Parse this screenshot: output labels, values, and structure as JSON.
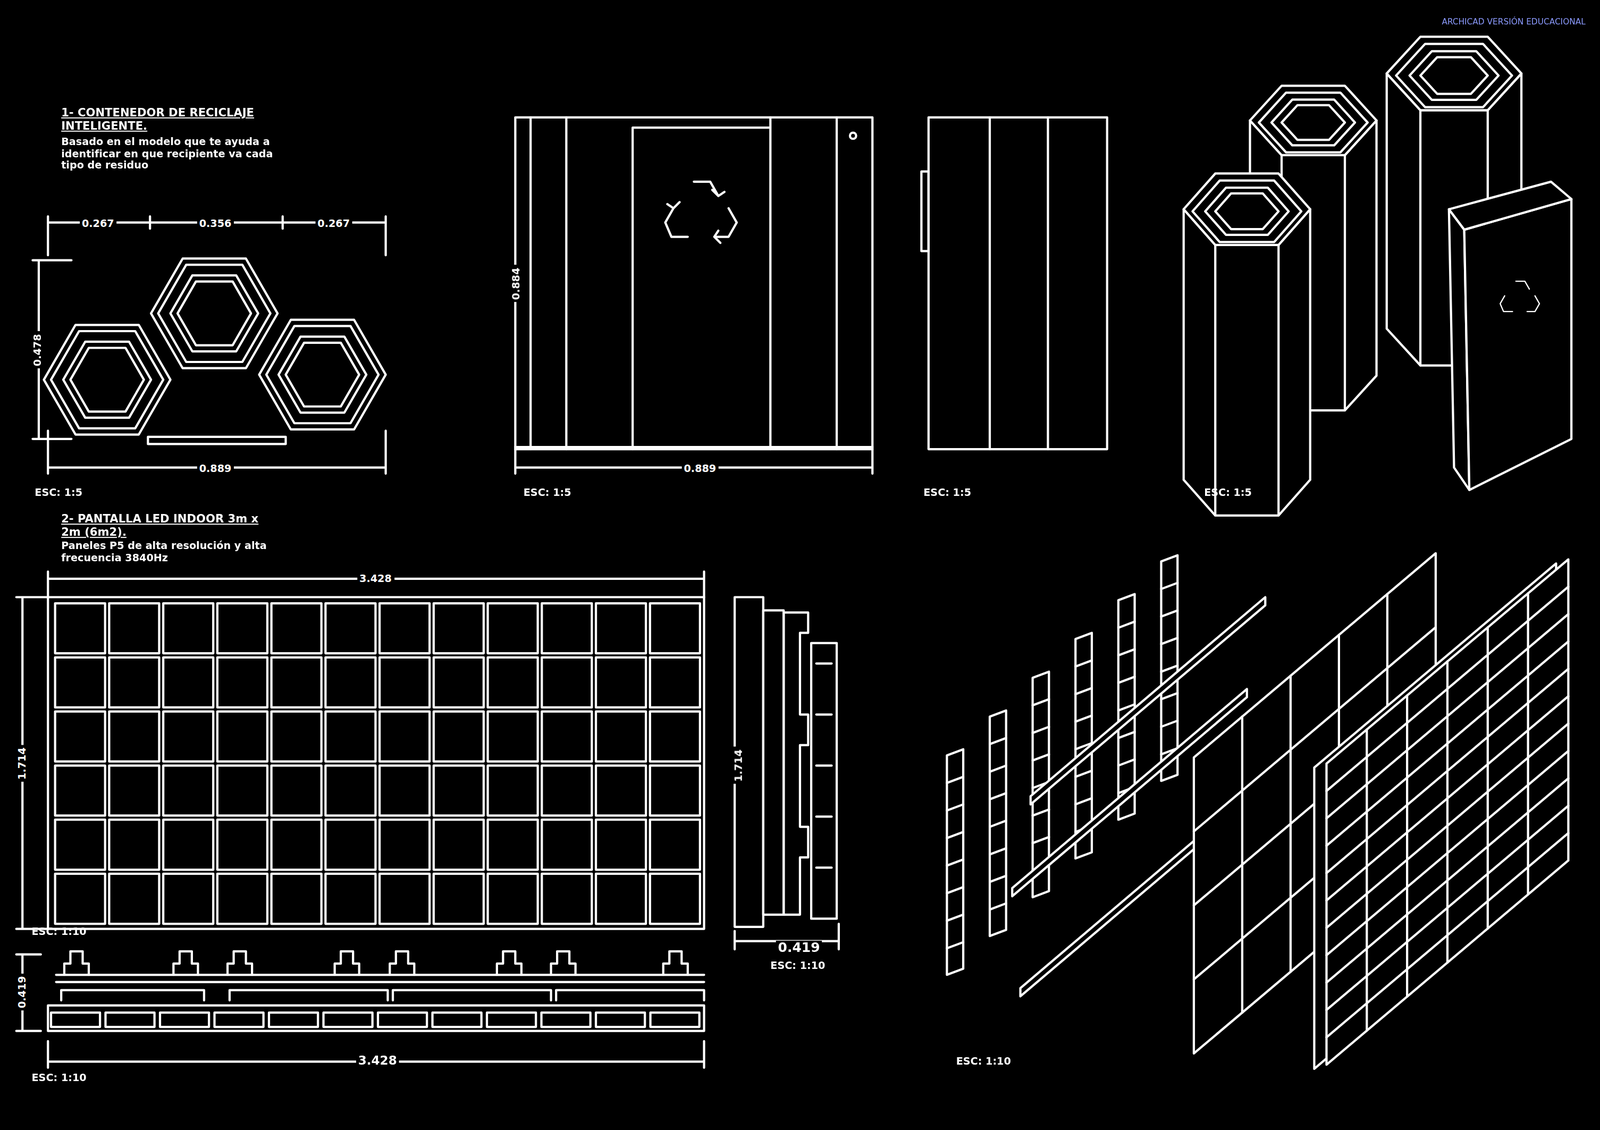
{
  "diagram": {
    "labels": [
      "ARCHICAD VERSIÓN EDUCACIONAL",
      "1- CONTENEDOR DE RECICLAJE INTELIGENTE.",
      "Basado en el modelo que te ayuda a identificar en que recipiente va cada tipo de residuo",
      "0.267",
      "0.356",
      "0.267",
      "0.478",
      "0.889",
      "ESC: 1:5",
      "0.884",
      "0.889",
      "ESC: 1:5",
      "ESC: 1:5",
      "ESC: 1:5",
      "2- PANTALLA LED INDOOR 3m x 2m (6m2).",
      "Paneles P5 de alta resolución y alta frecuencia 3840Hz",
      "3.428",
      "1.714",
      "ESC: 1:10",
      "1.714",
      "0.419",
      "ESC: 1:10",
      "0.419",
      "3.428",
      "ESC: 1:10",
      "ESC: 1:10"
    ]
  }
}
